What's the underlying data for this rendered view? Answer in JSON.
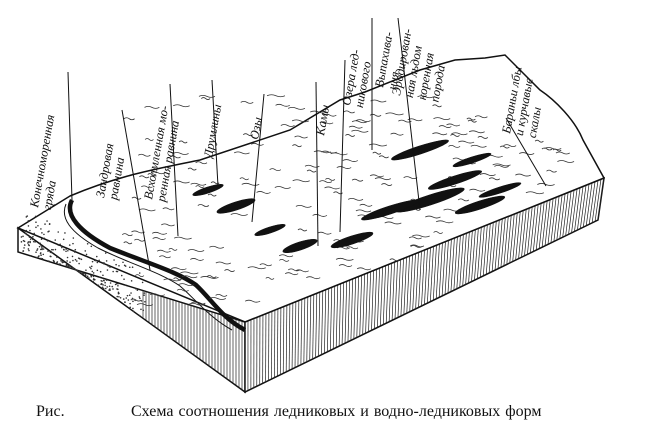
{
  "caption": {
    "prefix": "Рис.",
    "text": "Схема соотношения ледниковых и водно-ледниковых форм"
  },
  "labels": [
    {
      "id": "terminal-moraine",
      "lines": [
        "Конечноморенная",
        "гряда"
      ]
    },
    {
      "id": "outwash-plain",
      "lines": [
        "Зандровая",
        "равнина"
      ]
    },
    {
      "id": "hummocky-moraine-plain",
      "lines": [
        "Всхолмленная мо-",
        "ренная равнина"
      ]
    },
    {
      "id": "drumlins",
      "lines": [
        "Друмлины"
      ]
    },
    {
      "id": "eskers",
      "lines": [
        "Озы"
      ]
    },
    {
      "id": "kames",
      "lines": [
        "Камы"
      ]
    },
    {
      "id": "glacial-lakes",
      "lines": [
        "Озера лед-",
        "никового"
      ]
    },
    {
      "id": "gouging",
      "lines": [
        "Выпахива-",
        "ния"
      ]
    },
    {
      "id": "ice-eroded-bedrock",
      "lines": [
        "Эродирован-",
        "ная льдом",
        "коренная",
        "порода"
      ]
    },
    {
      "id": "roches-moutonnees",
      "lines": [
        "Бараньи лбы",
        "и курчавые",
        "скалы"
      ]
    }
  ]
}
